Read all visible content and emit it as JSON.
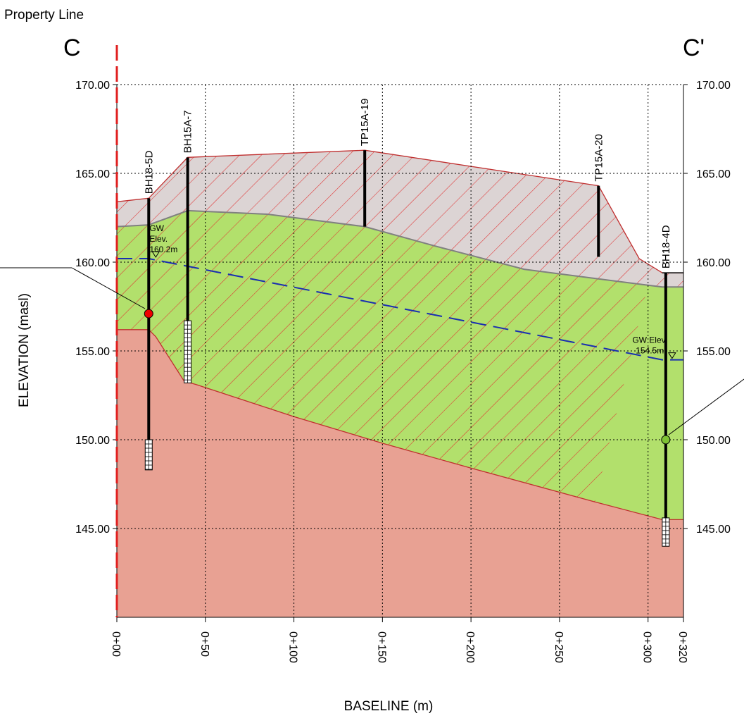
{
  "chart_data": {
    "type": "cross-section",
    "property_line_label": "Property Line",
    "section_start_label": "C",
    "section_end_label": "C'",
    "xlabel": "BASELINE (m)",
    "ylabel": "ELEVATION (masl)",
    "xlim": [
      0,
      320
    ],
    "ylim": [
      140,
      170
    ],
    "x_ticks": [
      0,
      50,
      100,
      150,
      200,
      250,
      300,
      320
    ],
    "x_tick_labels": [
      "0+00",
      "0+50",
      "0+100",
      "0+150",
      "0+200",
      "0+250",
      "0+300",
      "0+320"
    ],
    "y_ticks": [
      145,
      150,
      155,
      160,
      165,
      170
    ],
    "y_tick_labels": [
      "145.00",
      "150.00",
      "155.00",
      "160.00",
      "165.00",
      "170.00"
    ],
    "grid": "dotted vertical at 50 m and 300 m intervals; dotted horizontal at each 5 m",
    "layers": [
      {
        "name": "upper fill (hatched)",
        "fill": "#dcd4d4",
        "hatch": "#e03030",
        "top": [
          [
            0,
            163.4
          ],
          [
            9,
            163.5
          ],
          [
            18,
            163.6
          ],
          [
            40,
            165.9
          ],
          [
            140,
            166.3
          ],
          [
            272,
            164.3
          ],
          [
            295,
            160.2
          ],
          [
            308,
            159.4
          ],
          [
            320,
            159.4
          ]
        ],
        "bottom": [
          [
            0,
            162.0
          ],
          [
            18,
            162.1
          ],
          [
            40,
            162.9
          ],
          [
            85,
            162.7
          ],
          [
            140,
            162.0
          ],
          [
            180,
            160.9
          ],
          [
            230,
            159.6
          ],
          [
            300,
            158.7
          ],
          [
            308,
            158.6
          ],
          [
            320,
            158.6
          ]
        ]
      },
      {
        "name": "middle layer (hatched)",
        "fill": "#b2e06c",
        "hatch": "#e03030",
        "bottom": [
          [
            0,
            156.2
          ],
          [
            18,
            156.2
          ],
          [
            22,
            155.8
          ],
          [
            38,
            153.3
          ],
          [
            45,
            153.1
          ],
          [
            100,
            151.3
          ],
          [
            150,
            149.8
          ],
          [
            200,
            148.4
          ],
          [
            270,
            146.5
          ],
          [
            308,
            145.5
          ],
          [
            320,
            145.5
          ]
        ]
      },
      {
        "name": "lower layer",
        "fill": "#e8a193",
        "bottom_elevation": 140
      }
    ],
    "groundwater": {
      "color": "#1a2fb0",
      "points": [
        [
          0,
          160.2
        ],
        [
          18,
          160.2
        ],
        [
          308,
          154.5
        ],
        [
          320,
          154.5
        ]
      ],
      "labels": [
        {
          "text": [
            "GW",
            "Elev.",
            "160.2m"
          ],
          "x": 20,
          "y": 160.4
        },
        {
          "text": [
            "GW Elev.",
            "154.5m"
          ],
          "x": 301,
          "y": 154.7
        }
      ]
    },
    "boreholes": [
      {
        "name": "BH18-5D",
        "x": 18,
        "top": 163.6,
        "bottom": 148.3,
        "screen_top": 150.0,
        "screen_bottom": 148.3,
        "marker_elev": 157.1,
        "marker_color": "#ee0000"
      },
      {
        "name": "BH15A-7",
        "x": 40,
        "top": 165.9,
        "bottom": 153.2,
        "screen_top": 156.7,
        "screen_bottom": 153.2
      },
      {
        "name": "TP15A-19",
        "x": 140,
        "top": 166.3,
        "bottom": 162.0
      },
      {
        "name": "TP15A-20",
        "x": 272,
        "top": 164.3,
        "bottom": 160.3
      },
      {
        "name": "BH18-4D",
        "x": 310,
        "top": 159.4,
        "bottom": 144.0,
        "screen_top": 145.6,
        "screen_bottom": 144.0,
        "marker_elev": 150.0,
        "marker_color": "#7ec234"
      }
    ]
  }
}
